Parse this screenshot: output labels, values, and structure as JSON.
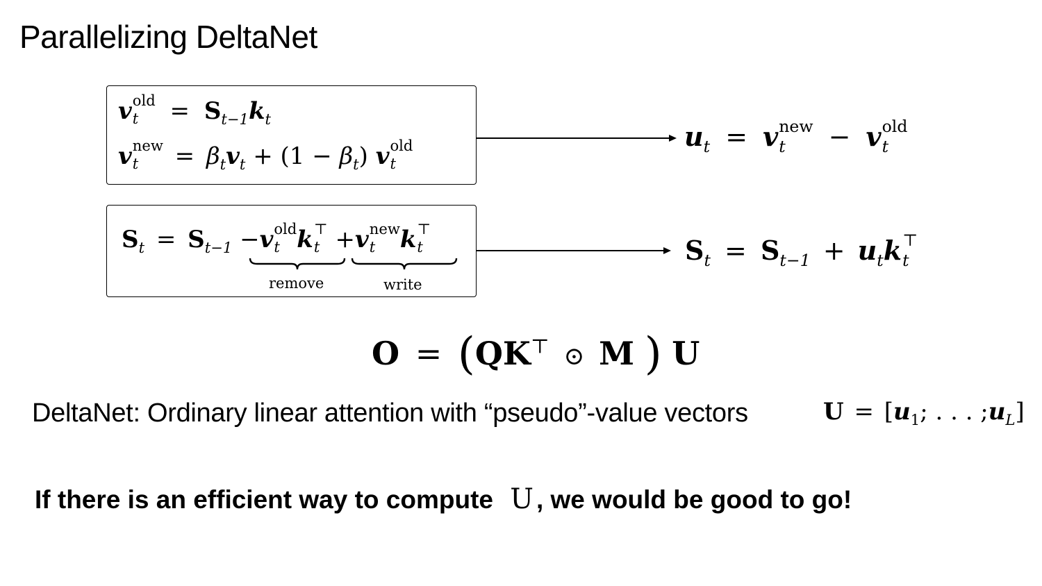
{
  "slide": {
    "title": "Parallelizing DeltaNet"
  },
  "box1": {
    "line1_lhs_base": "v",
    "line1_lhs_sup": "old",
    "line1_lhs_sub": "t",
    "line1_eq": "=",
    "line1_rhs_S": "S",
    "line1_rhs_S_sub": "t−1",
    "line1_rhs_k": "k",
    "line1_rhs_k_sub": "t",
    "line2_lhs_base": "v",
    "line2_lhs_sup": "new",
    "line2_lhs_sub": "t",
    "line2_eq": "=",
    "line2_beta": "β",
    "line2_beta_sub": "t",
    "line2_v": "v",
    "line2_v_sub": "t",
    "line2_plus": "+ (1 −",
    "line2_beta2": "β",
    "line2_beta2_sub": "t",
    "line2_close": ")",
    "line2_vold_base": "v",
    "line2_vold_sup": "old",
    "line2_vold_sub": "t"
  },
  "result1": {
    "u": "u",
    "u_sub": "t",
    "eq": "=",
    "vnew_base": "v",
    "vnew_sup": "new",
    "vnew_sub": "t",
    "minus": "−",
    "vold_base": "v",
    "vold_sup": "old",
    "vold_sub": "t"
  },
  "box2": {
    "S": "S",
    "S_sub": "t",
    "eq": "=",
    "S2": "S",
    "S2_sub": "t−1",
    "remove_expr_minus": "−",
    "remove_v": "v",
    "remove_v_sup": "old",
    "remove_v_sub": "t",
    "remove_k": "k",
    "remove_k_sup": "⊤",
    "remove_k_sub": "t",
    "write_expr_plus": "+",
    "write_v": "v",
    "write_v_sup": "new",
    "write_v_sub": "t",
    "write_k": "k",
    "write_k_sup": "⊤",
    "write_k_sub": "t",
    "remove_label": "remove",
    "write_label": "write"
  },
  "result2": {
    "S": "S",
    "S_sub": "t",
    "eq": "=",
    "S2": "S",
    "S2_sub": "t−1",
    "plus": "+",
    "u": "u",
    "u_sub": "t",
    "k": "k",
    "k_sup": "⊤",
    "k_sub": "t"
  },
  "main_eq": {
    "O": "O",
    "eq": "=",
    "open": "(",
    "QK": "QK",
    "T": "⊤",
    "odot": "⊙",
    "M": "M",
    "close": ")",
    "U": "U"
  },
  "description": {
    "text": "DeltaNet: Ordinary linear attention with “pseudo”-value vectors",
    "math_U": "U",
    "math_eq": "=",
    "math_open": "[",
    "math_u1": "u",
    "math_u1_sub": "1",
    "math_mid": "; . . . ;",
    "math_uL": "u",
    "math_uL_sub": "L",
    "math_close": "]"
  },
  "bottom": {
    "text_before": "If there is an efficient way to compute",
    "math_U": "U",
    "text_after": ", we would be good to go!"
  }
}
